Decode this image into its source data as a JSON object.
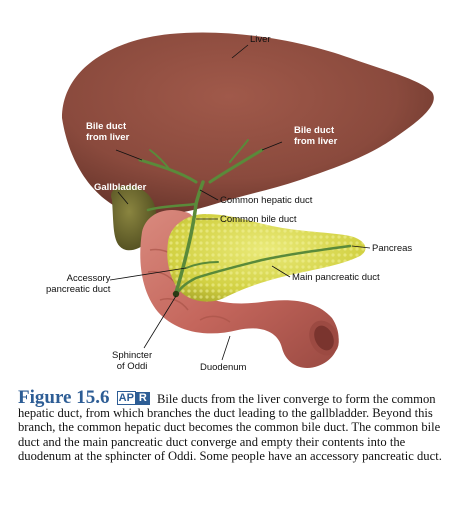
{
  "labels": {
    "liver": "Liver",
    "bile_duct_left": [
      "Bile duct",
      "from liver"
    ],
    "bile_duct_right": [
      "Bile duct",
      "from liver"
    ],
    "gallbladder": "Gallbladder",
    "common_hepatic_duct": "Common hepatic duct",
    "common_bile_duct": "Common bile duct",
    "pancreas": "Pancreas",
    "main_pancreatic_duct": "Main pancreatic duct",
    "accessory_pancreatic_duct": [
      "Accessory",
      "pancreatic duct"
    ],
    "sphincter_of_oddi": [
      "Sphincter",
      "of Oddi"
    ],
    "duodenum": "Duodenum"
  },
  "caption": {
    "figure_number": "Figure 15.6",
    "badge_ap": "AP",
    "badge_r": "R",
    "text": "Bile ducts from the liver converge to form the common hepatic duct, from which branches the duct leading to the gallbladder. Beyond this branch, the common hepatic duct becomes the common bile duct. The common bile duct and the main pancreatic duct converge and empty their contents into the duodenum at the sphincter of Oddi. Some people have an accessory pancreatic duct."
  },
  "colors": {
    "liver": "#8a4a3d",
    "pancreas": "#d8d84a",
    "duodenum": "#c9756a",
    "gallbladder": "#6f6b2c",
    "ducts": "#5a8a3a",
    "figure_number": "#2d5d95"
  }
}
